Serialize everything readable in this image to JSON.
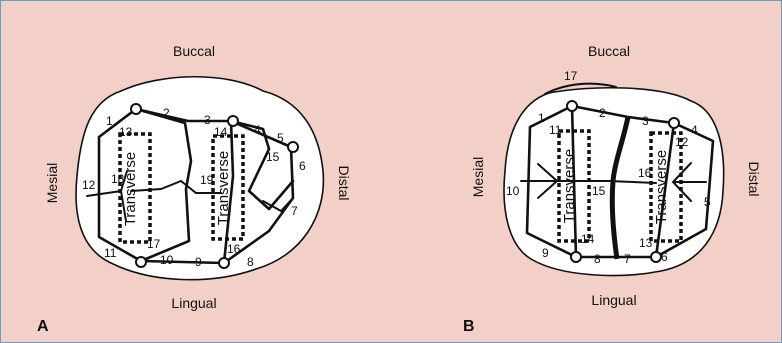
{
  "colors": {
    "background": "#f2cfc7",
    "border": "#6a9dc0",
    "tooth_fill": "#ffffff",
    "ink": "#111111"
  },
  "panel_a": {
    "letter": "A",
    "buccal": "Buccal",
    "lingual": "Lingual",
    "mesial": "Mesial",
    "distal": "Distal",
    "transverse": "Transverse",
    "points": [
      "1",
      "2",
      "3",
      "4",
      "5",
      "6",
      "7",
      "8",
      "9",
      "10",
      "11",
      "12",
      "13",
      "14",
      "15",
      "16",
      "17",
      "18",
      "19"
    ]
  },
  "panel_b": {
    "letter": "B",
    "buccal": "Buccal",
    "lingual": "Lingual",
    "mesial": "Mesial",
    "distal": "Distal",
    "transverse": "Transverse",
    "points": [
      "1",
      "2",
      "3",
      "4",
      "5",
      "6",
      "7",
      "8",
      "9",
      "10",
      "11",
      "12",
      "13",
      "14",
      "15",
      "16",
      "17"
    ]
  }
}
